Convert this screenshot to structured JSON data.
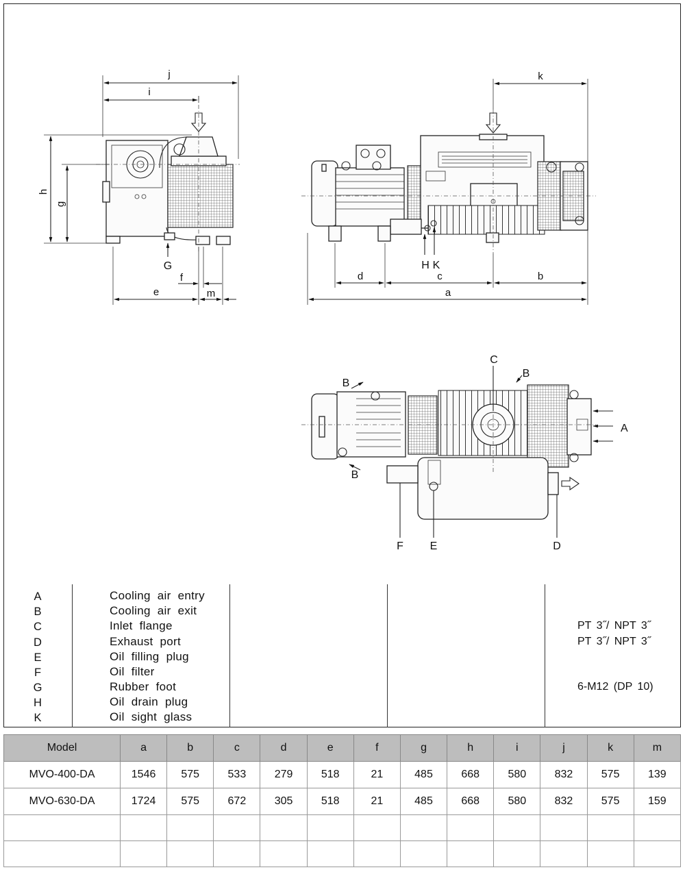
{
  "dimension_labels": {
    "a": "a",
    "b": "b",
    "c": "c",
    "d": "d",
    "e": "e",
    "f": "f",
    "g": "g",
    "h": "h",
    "i": "i",
    "j": "j",
    "k": "k",
    "m": "m"
  },
  "callouts": {
    "A": "A",
    "B": "B",
    "C": "C",
    "D": "D",
    "E": "E",
    "F": "F",
    "G": "G",
    "H": "H",
    "K": "K"
  },
  "legend": {
    "items": [
      {
        "letter": "A",
        "description": "Cooling air entry"
      },
      {
        "letter": "B",
        "description": "Cooling air exit"
      },
      {
        "letter": "C",
        "description": "Inlet flange"
      },
      {
        "letter": "D",
        "description": "Exhaust port"
      },
      {
        "letter": "E",
        "description": "Oil filling plug"
      },
      {
        "letter": "F",
        "description": "Oil filter"
      },
      {
        "letter": "G",
        "description": "Rubber foot"
      },
      {
        "letter": "H",
        "description": "Oil drain plug"
      },
      {
        "letter": "K",
        "description": "Oil sight glass"
      }
    ],
    "specs": {
      "inlet": "PT 3˝/ NPT 3˝",
      "exhaust": "PT 3˝/ NPT 3˝",
      "foot": "6-M12 (DP 10)"
    }
  },
  "table": {
    "headers": [
      "Model",
      "a",
      "b",
      "c",
      "d",
      "e",
      "f",
      "g",
      "h",
      "i",
      "j",
      "k",
      "m"
    ],
    "rows": [
      [
        "MVO-400-DA",
        "1546",
        "575",
        "533",
        "279",
        "518",
        "21",
        "485",
        "668",
        "580",
        "832",
        "575",
        "139"
      ],
      [
        "MVO-630-DA",
        "1724",
        "575",
        "672",
        "305",
        "518",
        "21",
        "485",
        "668",
        "580",
        "832",
        "575",
        "159"
      ]
    ]
  }
}
